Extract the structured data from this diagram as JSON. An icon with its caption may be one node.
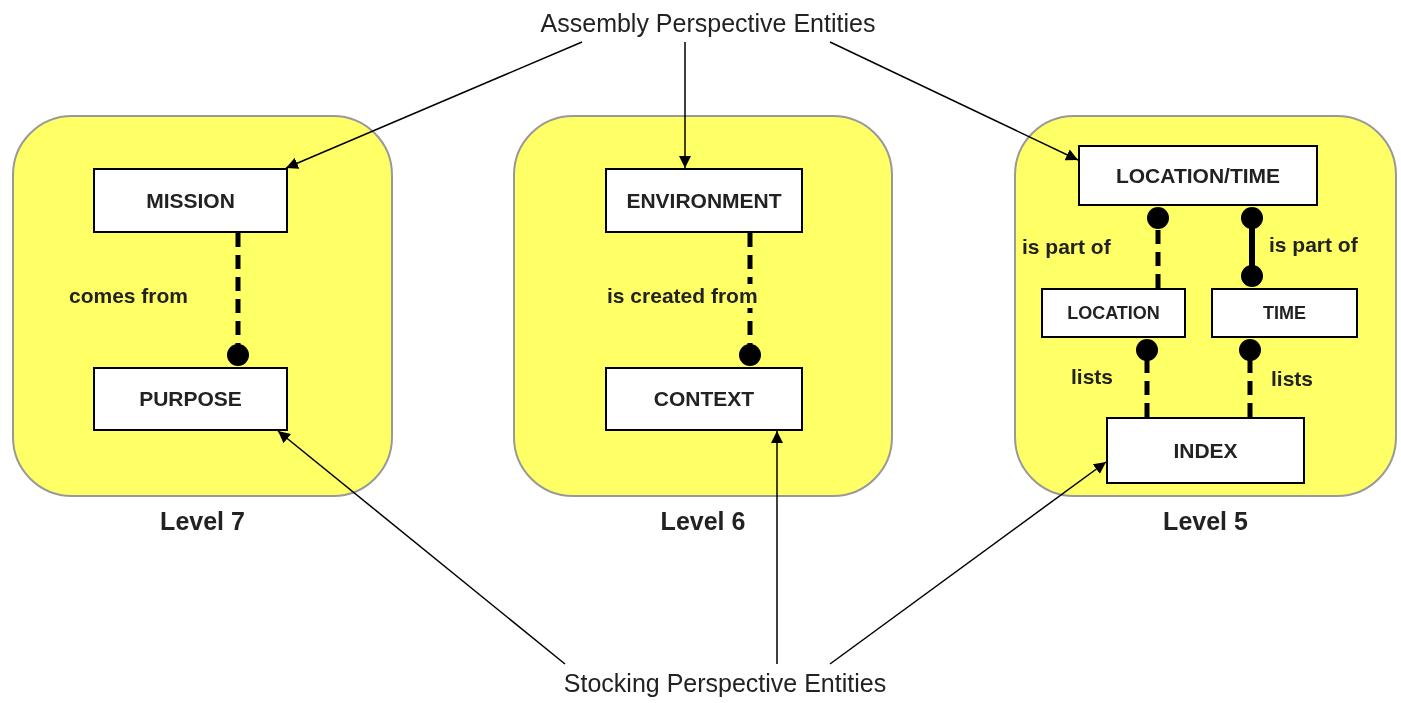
{
  "diagram": {
    "nodes": [
      {
        "text": [
          "Assembly Perspective Entities"
        ]
      },
      {
        "text": [],
        "shape": "box",
        "beside": [
          "Level 7"
        ]
      },
      {
        "text": [
          "MISSION"
        ],
        "in": 1
      },
      {
        "text": [
          "PURPOSE"
        ],
        "in": 1
      },
      {
        "text": [],
        "shape": "box",
        "beside": [
          "Level 6"
        ]
      },
      {
        "text": [
          "ENVIRONMENT"
        ],
        "in": 4
      },
      {
        "text": [
          "CONTEXT"
        ],
        "in": 4
      },
      {
        "text": [],
        "shape": "box",
        "beside": [
          "Level 5"
        ]
      },
      {
        "text": [
          "LOCATION/TIME"
        ],
        "in": 7
      },
      {
        "text": [
          "LOCATION"
        ],
        "in": 7
      },
      {
        "text": [
          "TIME"
        ],
        "in": 7
      },
      {
        "text": [
          "INDEX"
        ],
        "in": 7
      },
      {
        "text": [
          "Stocking Perspective Entities"
        ]
      }
    ],
    "edges": [
      {
        "from": 0,
        "to": 2,
        "arrow": "to"
      },
      {
        "from": 0,
        "to": 5,
        "arrow": "to"
      },
      {
        "from": 0,
        "to": 8,
        "arrow": "to"
      },
      {
        "from": 2,
        "to": 3,
        "arrow": "other",
        "label": "comes from",
        "style": "dashed"
      },
      {
        "from": 5,
        "to": 6,
        "arrow": "other",
        "label": "is created from",
        "style": "dashed"
      },
      {
        "from": 9,
        "to": 8,
        "arrow": "other",
        "label": "is part of",
        "style": "dashed"
      },
      {
        "from": 10,
        "to": 8,
        "arrow": "other",
        "label": "is part of",
        "style": "thick"
      },
      {
        "from": 11,
        "to": 9,
        "arrow": "other",
        "label": "lists",
        "style": "dashed"
      },
      {
        "from": 11,
        "to": 10,
        "arrow": "other",
        "label": "lists",
        "style": "dashed"
      },
      {
        "from": 12,
        "to": 3,
        "arrow": "to"
      },
      {
        "from": 12,
        "to": 6,
        "arrow": "to"
      },
      {
        "from": 12,
        "to": 11,
        "arrow": "to"
      }
    ]
  }
}
